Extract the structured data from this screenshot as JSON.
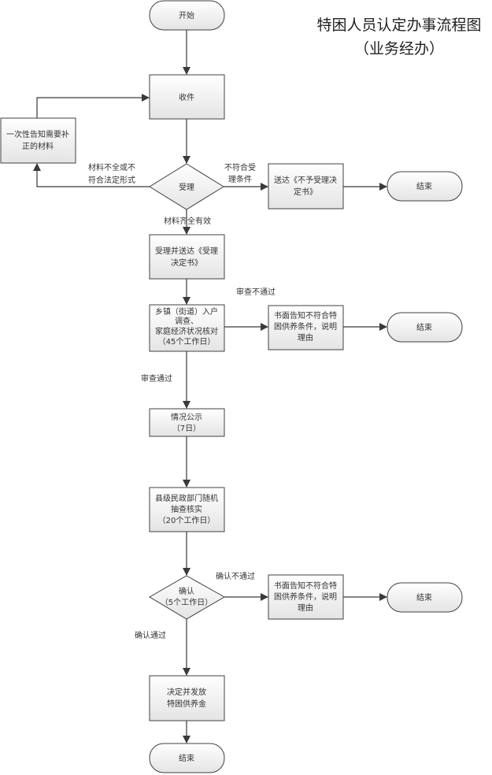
{
  "title": {
    "line1": "特困人员认定办事流程图",
    "line2": "（业务经办）"
  },
  "nodes": {
    "start": [
      "开始"
    ],
    "receive": [
      "收件"
    ],
    "notify_supplement": [
      "一次性告知需要补",
      "正的材料"
    ],
    "accept": [
      "受理"
    ],
    "reject_notice": [
      "送达《不予受理决",
      "定书》"
    ],
    "end1": [
      "结束"
    ],
    "accept_notice": [
      "受理并送达《受理",
      "决定书》"
    ],
    "survey": [
      "乡镇（街道）入户",
      "调查、",
      "家庭经济状况核对",
      "（45个工作日）"
    ],
    "fail_notice1": [
      "书面告知不符合特",
      "困供养条件，说明",
      "理由"
    ],
    "end2": [
      "结束"
    ],
    "publicity": [
      "情况公示",
      "（7日）"
    ],
    "county_check": [
      "县级民政部门随机",
      "抽查核实",
      "（20个工作日）"
    ],
    "confirm": [
      "确认",
      "（5个工作日）"
    ],
    "fail_notice2": [
      "书面告知不符合特",
      "困供养条件，说明",
      "理由"
    ],
    "end3": [
      "结束"
    ],
    "decide": [
      "决定并发放",
      "特困供养金"
    ],
    "end4": [
      "结束"
    ]
  },
  "edges": {
    "incomplete": [
      "材料不全或不",
      "符合法定形式"
    ],
    "not_eligible": [
      "不符合受",
      "理条件"
    ],
    "complete": [
      "材料齐全有效"
    ],
    "review_fail": [
      "审查不通过"
    ],
    "review_pass": [
      "审查通过"
    ],
    "confirm_fail": [
      "确认不通过"
    ],
    "confirm_pass": [
      "确认通过"
    ]
  }
}
